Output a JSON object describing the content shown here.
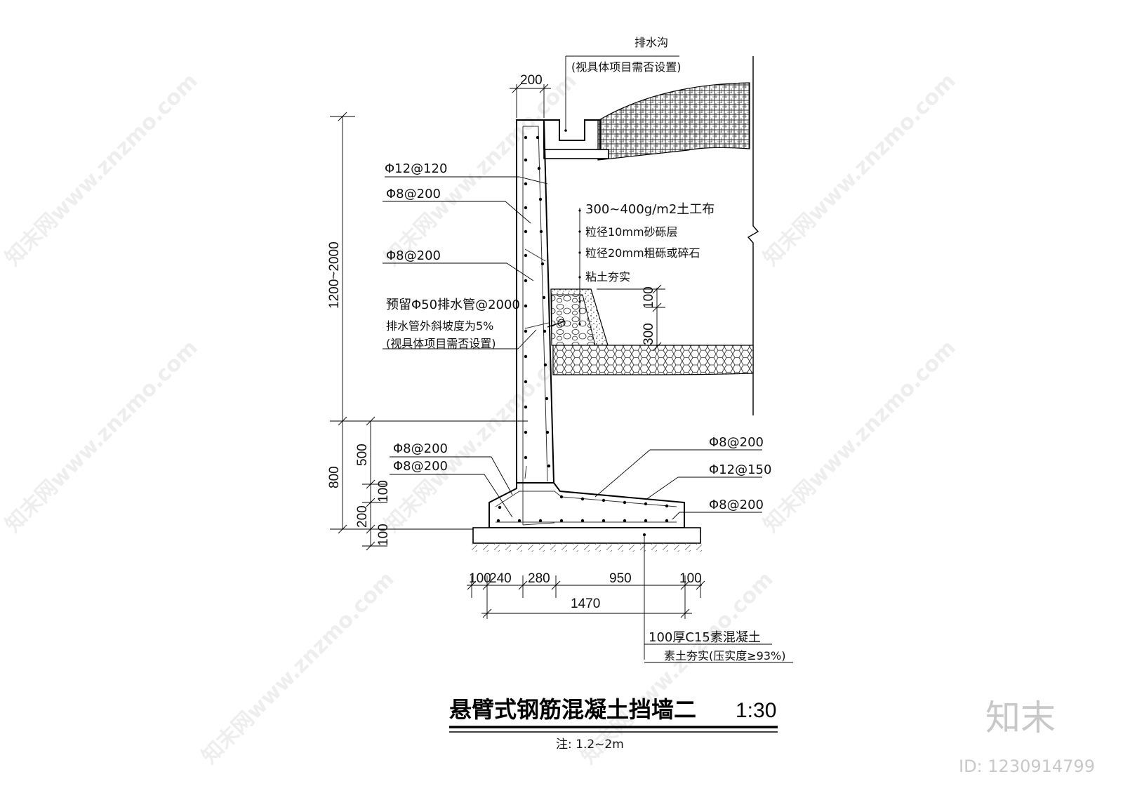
{
  "title": "悬臂式钢筋混凝土挡墙二",
  "scale": "1:30",
  "note": "注: 1.2~2m",
  "drain_ditch": {
    "label": "排水沟",
    "sub": "(视具体项目需否设置)"
  },
  "rebar_labels": {
    "top_main": "Φ12@120",
    "wall_1": "Φ8@200",
    "wall_2": "Φ8@200",
    "base_left_1": "Φ8@200",
    "base_left_2": "Φ8@200",
    "base_right_1": "Φ8@200",
    "base_right_2": "Φ12@150",
    "base_right_3": "Φ8@200"
  },
  "drain_pipe": {
    "line1": "预留Φ50排水管@2000",
    "line2": "排水管外斜坡度为5%",
    "line3": "(视具体项目需否设置)"
  },
  "filter_layers": {
    "l1": "300~400g/m2土工布",
    "l2": "粒径10mm砂砾层",
    "l3": "粒径20mm粗砾或碎石",
    "l4": "粘土夯实"
  },
  "foundation": {
    "l1": "100厚C15素混凝土",
    "l2": "素土夯实(压实度≥93%)"
  },
  "dimensions": {
    "top_width": "200",
    "wall_height": "1200~2000",
    "base_total": "800",
    "base_500": "500",
    "base_100a": "100",
    "base_200": "200",
    "base_100b": "100",
    "filter_300": "300",
    "filter_100": "100",
    "h_100a": "100",
    "h_240": "240",
    "h_280": "280",
    "h_950": "950",
    "h_100b": "100",
    "h_1470": "1470"
  },
  "watermark": {
    "logo": "知末",
    "id": "ID: 1230914799",
    "site": "知末网www.znzmo.com"
  }
}
